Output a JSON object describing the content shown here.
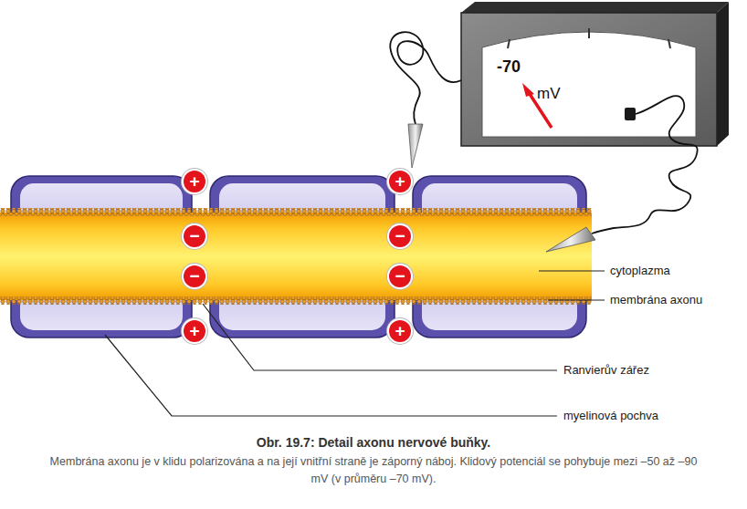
{
  "diagram": {
    "title": "Obr. 19.7: Detail axonu nervové buňky.",
    "caption": "Membrána axonu je v klidu polarizována a na její vnitřní straně je záporný náboj. Klidový potenciál se pohybuje mezi –50 až –90 mV (v průměru –70 mV).",
    "nodes": [
      {
        "text": [
          "-70",
          "mV"
        ]
      },
      {
        "text": [
          "+"
        ]
      },
      {
        "text": [
          "+"
        ]
      },
      {
        "text": [
          "−"
        ]
      },
      {
        "text": [
          "−"
        ]
      },
      {
        "text": [
          "−"
        ]
      },
      {
        "text": [
          "−"
        ]
      },
      {
        "text": [
          "+"
        ]
      },
      {
        "text": [
          "+"
        ]
      }
    ],
    "labels": [
      "cytoplazma",
      "membrána axonu",
      "Ranvierův zářez",
      "myelinová pochva"
    ]
  }
}
